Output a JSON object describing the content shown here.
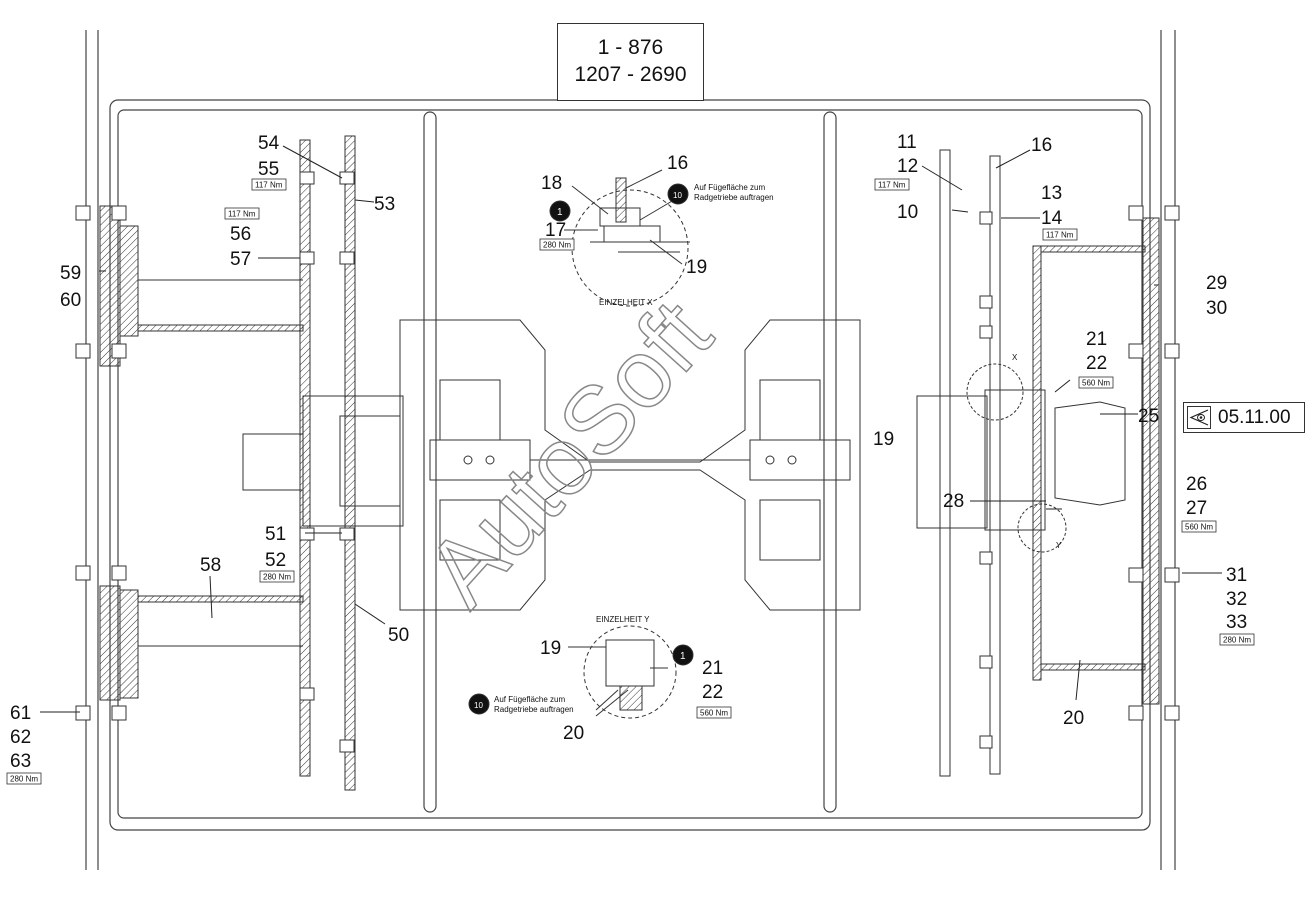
{
  "title": {
    "line1": "1 - 876",
    "line2": "1207 - 2690"
  },
  "date_code": "05.11.00",
  "watermark": "AutoSoft",
  "details": {
    "x": {
      "label": "EINZELHEIT X",
      "note_line1": "Auf Fügefläche zum",
      "note_line2": "Radgetriebe auftragen",
      "marker_10": "10",
      "marker_1": "1"
    },
    "y": {
      "label": "EINZELHEIT Y",
      "note_line1": "Auf Fügefläche zum",
      "note_line2": "Radgetriebe auftragen",
      "marker_10": "10",
      "marker_1": "1"
    },
    "view_x": "X",
    "view_y": "Y"
  },
  "callouts": [
    {
      "id": "c54",
      "text": "54"
    },
    {
      "id": "c55",
      "text": "55"
    },
    {
      "id": "c53",
      "text": "53"
    },
    {
      "id": "c56",
      "text": "56"
    },
    {
      "id": "c57",
      "text": "57"
    },
    {
      "id": "c59",
      "text": "59"
    },
    {
      "id": "c60",
      "text": "60"
    },
    {
      "id": "c51",
      "text": "51"
    },
    {
      "id": "c52",
      "text": "52"
    },
    {
      "id": "c58",
      "text": "58"
    },
    {
      "id": "c50",
      "text": "50"
    },
    {
      "id": "c61",
      "text": "61"
    },
    {
      "id": "c62",
      "text": "62"
    },
    {
      "id": "c63",
      "text": "63"
    },
    {
      "id": "c16a",
      "text": "16"
    },
    {
      "id": "c18",
      "text": "18"
    },
    {
      "id": "c17",
      "text": "17"
    },
    {
      "id": "c19a",
      "text": "19"
    },
    {
      "id": "c19b",
      "text": "19"
    },
    {
      "id": "c21a",
      "text": "21"
    },
    {
      "id": "c22a",
      "text": "22"
    },
    {
      "id": "c20a",
      "text": "20"
    },
    {
      "id": "c11",
      "text": "11"
    },
    {
      "id": "c12",
      "text": "12"
    },
    {
      "id": "c16b",
      "text": "16"
    },
    {
      "id": "c13",
      "text": "13"
    },
    {
      "id": "c14",
      "text": "14"
    },
    {
      "id": "c10",
      "text": "10"
    },
    {
      "id": "c29",
      "text": "29"
    },
    {
      "id": "c30",
      "text": "30"
    },
    {
      "id": "c21b",
      "text": "21"
    },
    {
      "id": "c22b",
      "text": "22"
    },
    {
      "id": "c25",
      "text": "25"
    },
    {
      "id": "c19c",
      "text": "19"
    },
    {
      "id": "c26",
      "text": "26"
    },
    {
      "id": "c27",
      "text": "27"
    },
    {
      "id": "c28",
      "text": "28"
    },
    {
      "id": "c31",
      "text": "31"
    },
    {
      "id": "c32",
      "text": "32"
    },
    {
      "id": "c33",
      "text": "33"
    },
    {
      "id": "c20b",
      "text": "20"
    }
  ],
  "torques": [
    {
      "id": "t55",
      "text": "117 Nm"
    },
    {
      "id": "t56",
      "text": "117 Nm"
    },
    {
      "id": "t52",
      "text": "280 Nm"
    },
    {
      "id": "t63",
      "text": "280 Nm"
    },
    {
      "id": "t17",
      "text": "280 Nm"
    },
    {
      "id": "t22y",
      "text": "560 Nm"
    },
    {
      "id": "t12",
      "text": "117 Nm"
    },
    {
      "id": "t14",
      "text": "117 Nm"
    },
    {
      "id": "t22",
      "text": "560 Nm"
    },
    {
      "id": "t27",
      "text": "560 Nm"
    },
    {
      "id": "t33",
      "text": "280 Nm"
    }
  ]
}
